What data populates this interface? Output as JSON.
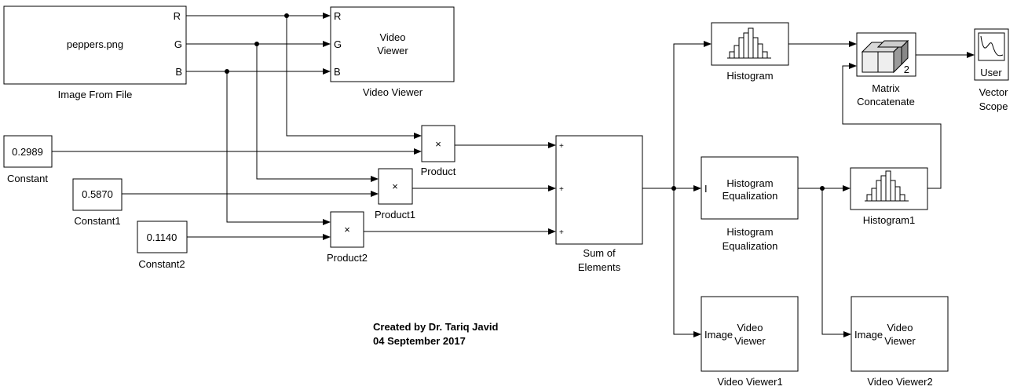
{
  "blocks": {
    "image_from_file": {
      "content": "peppers.png",
      "ports": [
        "R",
        "G",
        "B"
      ],
      "label": "Image From File"
    },
    "video_viewer": {
      "content": [
        "Video",
        "Viewer"
      ],
      "ports": [
        "R",
        "G",
        "B"
      ],
      "label": "Video Viewer"
    },
    "constant": {
      "value": "0.2989",
      "label": "Constant"
    },
    "constant1": {
      "value": "0.5870",
      "label": "Constant1"
    },
    "constant2": {
      "value": "0.1140",
      "label": "Constant2"
    },
    "product": {
      "symbol": "×",
      "label": "Product"
    },
    "product1": {
      "symbol": "×",
      "label": "Product1"
    },
    "product2": {
      "symbol": "×",
      "label": "Product2"
    },
    "sum_of_elements": {
      "signs": [
        "+",
        "+",
        "+"
      ],
      "label": [
        "Sum of",
        "Elements"
      ]
    },
    "histogram": {
      "label": "Histogram"
    },
    "histogram_equalization": {
      "port": "I",
      "content": [
        "Histogram",
        "Equalization"
      ],
      "label": [
        "Histogram",
        "Equalization"
      ]
    },
    "histogram1": {
      "label": "Histogram1"
    },
    "matrix_concatenate": {
      "port_count": "2",
      "label": [
        "Matrix",
        "Concatenate"
      ]
    },
    "vector_scope": {
      "content": "User",
      "label": [
        "Vector",
        "Scope"
      ]
    },
    "video_viewer1": {
      "port": "Image",
      "content": [
        "Video",
        "Viewer"
      ],
      "label": "Video Viewer1"
    },
    "video_viewer2": {
      "port": "Image",
      "content": [
        "Video",
        "Viewer"
      ],
      "label": "Video Viewer2"
    }
  },
  "annotation": {
    "line1": "Created by Dr. Tariq Javid",
    "line2": "04 September 2017"
  }
}
